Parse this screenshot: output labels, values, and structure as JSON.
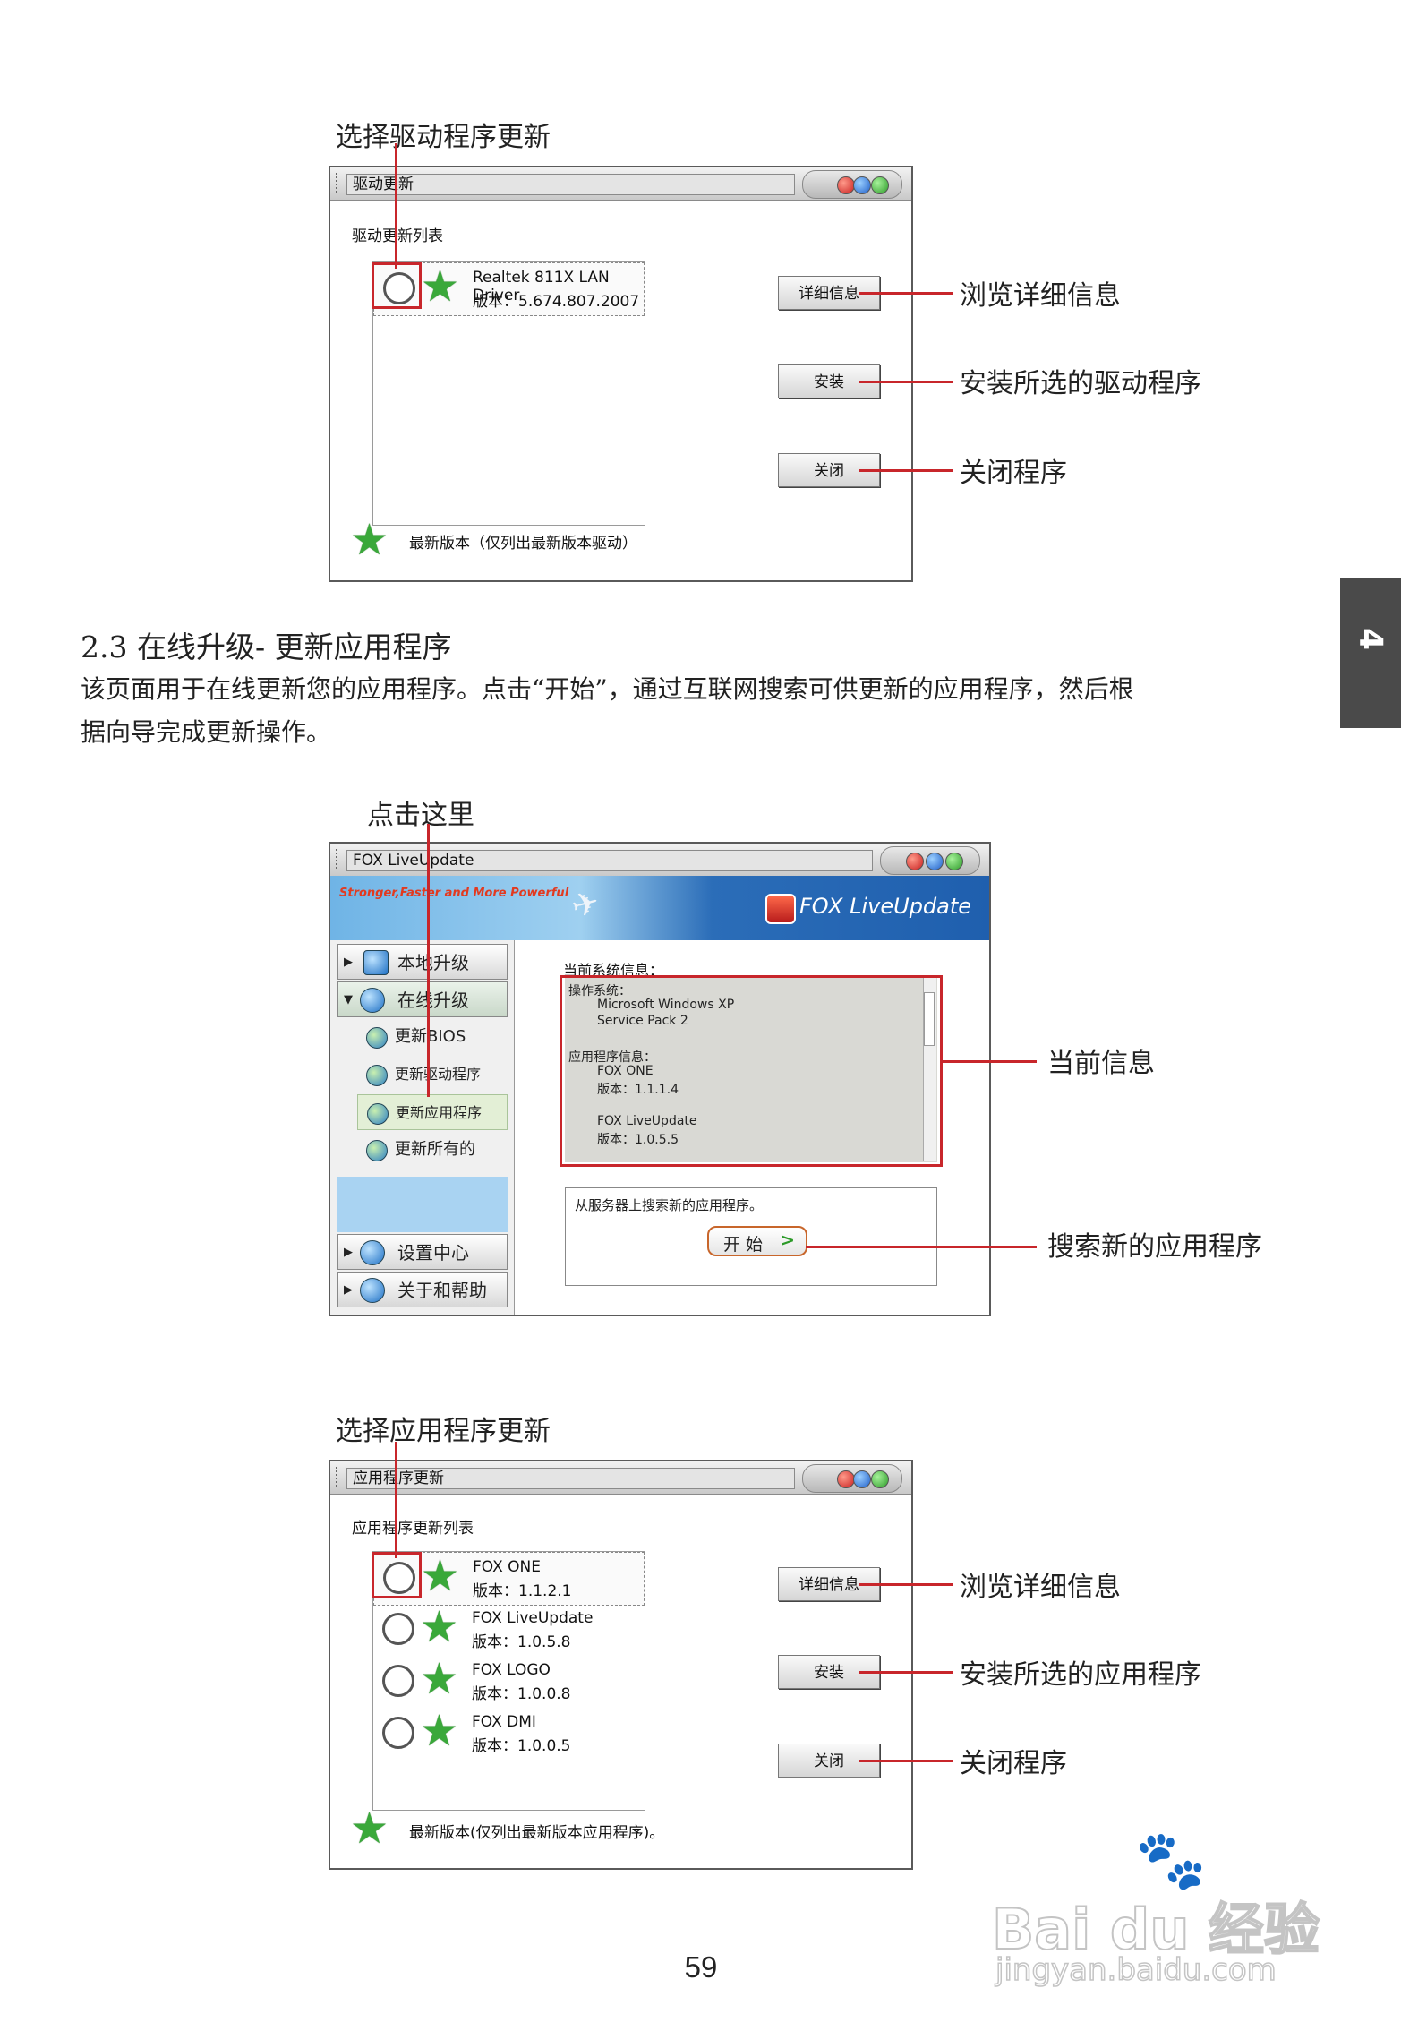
{
  "page": {
    "section_heading": "2.3 在线升级- 更新应用程序",
    "paragraph_line1": "该页面用于在线更新您的应用程序。点击“开始”，通过互联网搜索可供更新的应用程序，然后根",
    "paragraph_line2": "据向导完成更新操作。",
    "chapter_tab": "4",
    "page_number": "59",
    "watermark_text": "Bai du 经验",
    "watermark_url": "jingyan.baidu.com"
  },
  "figure1": {
    "callout_top": "选择驱动程序更新",
    "callout_details": "浏览详细信息",
    "callout_install": "安装所选的驱动程序",
    "callout_close": "关闭程序",
    "window_title": "驱动更新",
    "list_label": "驱动更新列表",
    "items": [
      {
        "name": "Realtek 811X LAN Driver",
        "version": "版本：5.674.807.2007"
      }
    ],
    "btn_details": "详细信息",
    "btn_install": "安装",
    "btn_close": "关闭",
    "footer_note": "最新版本（仅列出最新版本驱动）"
  },
  "figure2": {
    "callout_top": "点击这里",
    "callout_info": "当前信息",
    "callout_search": "搜索新的应用程序",
    "window_title": "FOX LiveUpdate",
    "banner_slogan": "Stronger,Faster and More Powerful",
    "banner_brand": "FOX LiveUpdate",
    "nav": {
      "local": "本地升级",
      "online": "在线升级",
      "sub": [
        "更新BIOS",
        "更新驱动程序",
        "更新应用程序",
        "更新所有的"
      ],
      "settings": "设置中心",
      "about": "关于和帮助"
    },
    "sysinfo_label": "当前系统信息：",
    "sysinfo": {
      "os_label": "操作系统：",
      "os_line1": "Microsoft Windows XP",
      "os_line2": "Service Pack 2",
      "app_label": "应用程序信息：",
      "app1_name": "FOX ONE",
      "app1_ver": "版本：1.1.1.4",
      "app2_name": "FOX LiveUpdate",
      "app2_ver": "版本：1.0.5.5"
    },
    "search_text": "从服务器上搜索新的应用程序。",
    "start_btn": "开 始",
    "start_arrow": ">"
  },
  "figure3": {
    "callout_top": "选择应用程序更新",
    "callout_details": "浏览详细信息",
    "callout_install": "安装所选的应用程序",
    "callout_close": "关闭程序",
    "window_title": "应用程序更新",
    "list_label": "应用程序更新列表",
    "items": [
      {
        "name": "FOX ONE",
        "version": "版本：1.1.2.1"
      },
      {
        "name": "FOX LiveUpdate",
        "version": "版本：1.0.5.8"
      },
      {
        "name": "FOX LOGO",
        "version": "版本：1.0.0.8"
      },
      {
        "name": "FOX DMI",
        "version": "版本：1.0.0.5"
      }
    ],
    "btn_details": "详细信息",
    "btn_install": "安装",
    "btn_close": "关闭",
    "footer_note": "最新版本(仅列出最新版本应用程序)。"
  },
  "colors": {
    "annotation_red": "#c8262b",
    "chapter_tab_bg": "#4a4a4a",
    "star_green": "#3aa83a",
    "banner_blue": "#1f5fae"
  }
}
